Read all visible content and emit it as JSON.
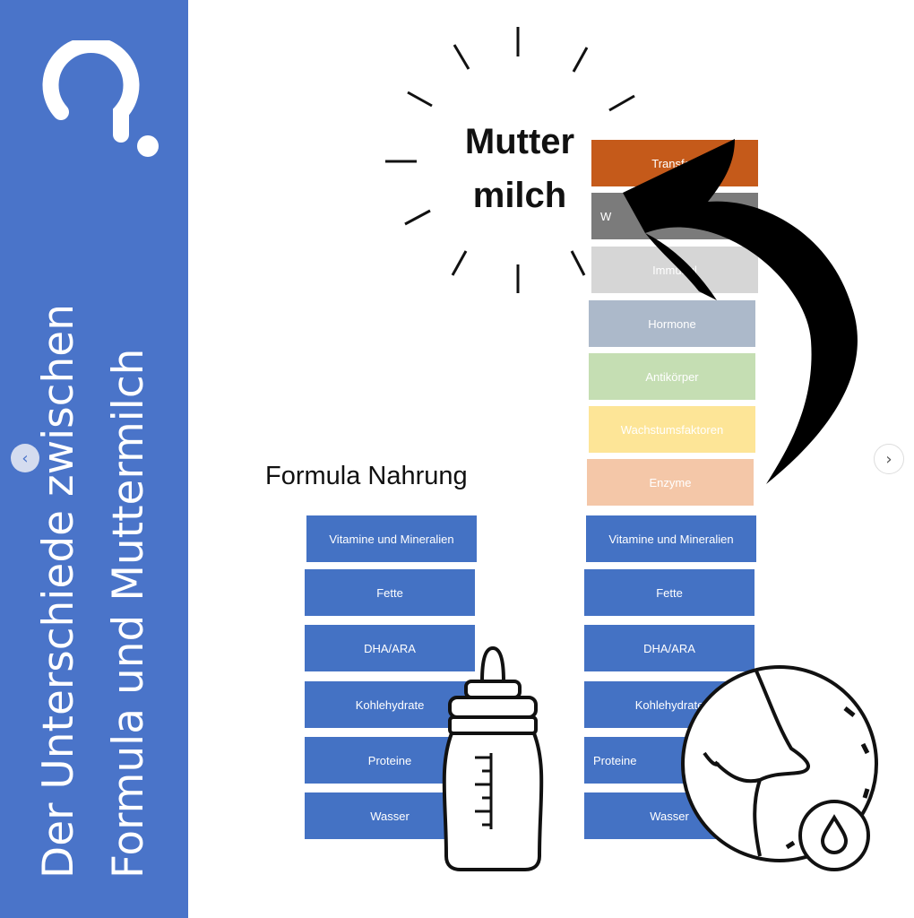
{
  "side_title": {
    "line1": "Der Unterschiede zwischen",
    "line2": "Formula und Muttermilch"
  },
  "formula_title": "Formula Nahrung",
  "muttermilch_title": {
    "line1": "Mutter",
    "line2": "milch"
  },
  "formula_items": [
    "Vitamine und Mineralien",
    "Fette",
    "DHA/ARA",
    "Kohlehydrate",
    "Proteine",
    "Wasser"
  ],
  "muttermilch_items": [
    "Vitamine und Mineralien",
    "Fette",
    "DHA/ARA",
    "Kohlehydrate",
    "Proteine",
    "Wasser"
  ],
  "muttermilch_extra": [
    {
      "label": "Enzyme",
      "color": "#f4c7a8"
    },
    {
      "label": "Wachstumsfaktoren",
      "color": "#fde597"
    },
    {
      "label": "Antikörper",
      "color": "#c5deb3"
    },
    {
      "label": "Hormone",
      "color": "#acb9ca"
    },
    {
      "label": "Immungl",
      "color": "#d6d6d6"
    },
    {
      "label": "W",
      "color": "#7b7b7b"
    },
    {
      "label": "Transferf",
      "color": "#c55a1a"
    }
  ],
  "nav": {
    "prev": "‹",
    "next": "›"
  }
}
